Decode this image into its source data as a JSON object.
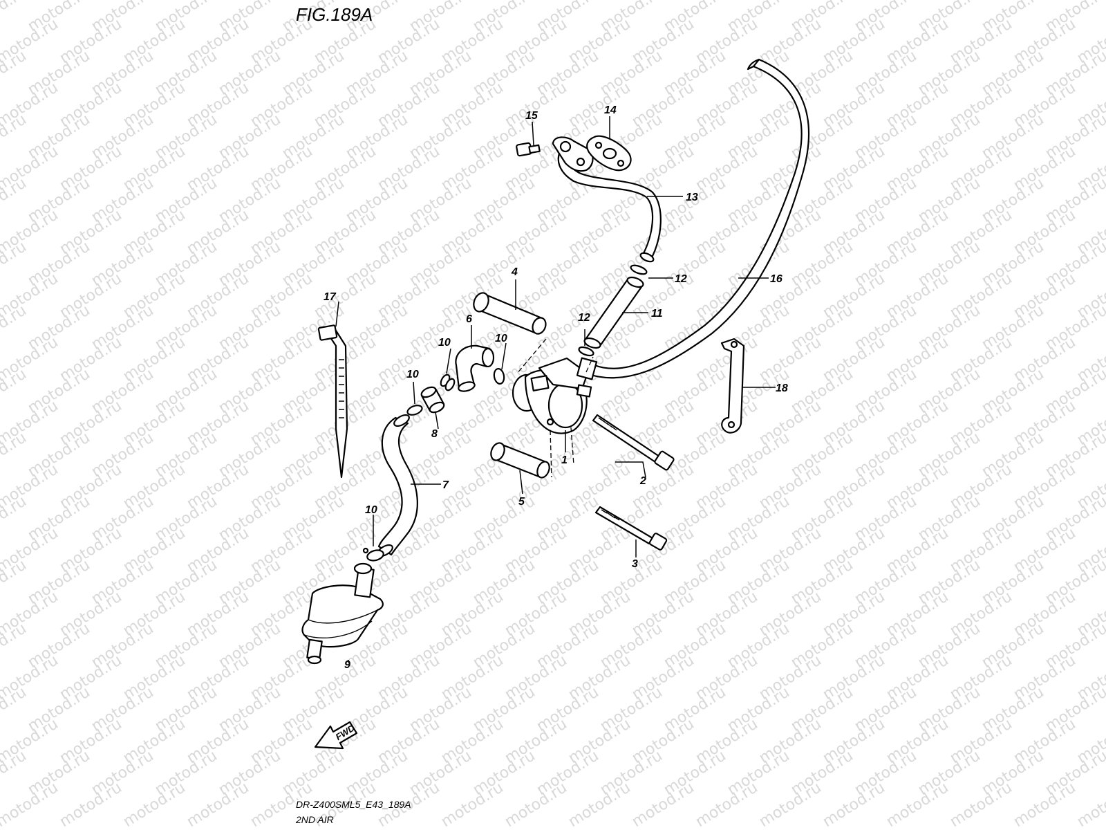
{
  "figure": {
    "title": "FIG.189A",
    "model_code": "DR-Z400SML5_E43_189A",
    "section_name": "2ND AIR"
  },
  "watermark": {
    "text": "motod.ru"
  },
  "direction_arrow": {
    "label": "FWD"
  },
  "callouts": {
    "c1": "1",
    "c2": "2",
    "c3": "3",
    "c4": "4",
    "c5": "5",
    "c6": "6",
    "c7": "7",
    "c8": "8",
    "c9": "9",
    "c10a": "10",
    "c10b": "10",
    "c10c": "10",
    "c10d": "10",
    "c11": "11",
    "c12a": "12",
    "c12b": "12",
    "c13": "13",
    "c14": "14",
    "c15": "15",
    "c16": "16",
    "c17": "17",
    "c18": "18"
  },
  "colors": {
    "line": "#000000",
    "watermark": "#d8d8d8",
    "background": "#ffffff"
  }
}
